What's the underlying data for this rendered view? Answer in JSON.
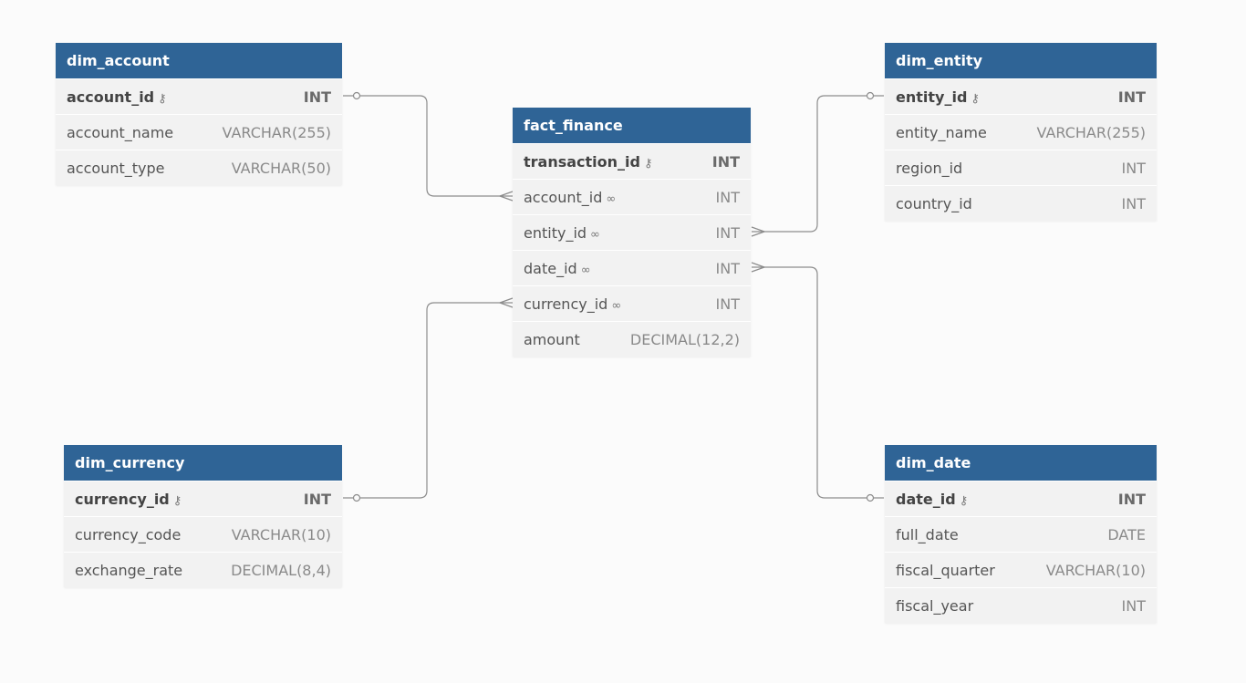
{
  "tables": {
    "dim_account": {
      "name": "dim_account",
      "columns": [
        {
          "name": "account_id",
          "type": "INT",
          "pk": true
        },
        {
          "name": "account_name",
          "type": "VARCHAR(255)"
        },
        {
          "name": "account_type",
          "type": "VARCHAR(50)"
        }
      ]
    },
    "fact_finance": {
      "name": "fact_finance",
      "columns": [
        {
          "name": "transaction_id",
          "type": "INT",
          "pk": true
        },
        {
          "name": "account_id",
          "type": "INT",
          "fk": true
        },
        {
          "name": "entity_id",
          "type": "INT",
          "fk": true
        },
        {
          "name": "date_id",
          "type": "INT",
          "fk": true
        },
        {
          "name": "currency_id",
          "type": "INT",
          "fk": true
        },
        {
          "name": "amount",
          "type": "DECIMAL(12,2)"
        }
      ]
    },
    "dim_entity": {
      "name": "dim_entity",
      "columns": [
        {
          "name": "entity_id",
          "type": "INT",
          "pk": true
        },
        {
          "name": "entity_name",
          "type": "VARCHAR(255)"
        },
        {
          "name": "region_id",
          "type": "INT"
        },
        {
          "name": "country_id",
          "type": "INT"
        }
      ]
    },
    "dim_currency": {
      "name": "dim_currency",
      "columns": [
        {
          "name": "currency_id",
          "type": "INT",
          "pk": true
        },
        {
          "name": "currency_code",
          "type": "VARCHAR(10)"
        },
        {
          "name": "exchange_rate",
          "type": "DECIMAL(8,4)"
        }
      ]
    },
    "dim_date": {
      "name": "dim_date",
      "columns": [
        {
          "name": "date_id",
          "type": "INT",
          "pk": true
        },
        {
          "name": "full_date",
          "type": "DATE"
        },
        {
          "name": "fiscal_quarter",
          "type": "VARCHAR(10)"
        },
        {
          "name": "fiscal_year",
          "type": "INT"
        }
      ]
    }
  },
  "relationships": [
    {
      "from": "fact_finance.account_id",
      "to": "dim_account.account_id",
      "cardinality": "many-to-one"
    },
    {
      "from": "fact_finance.entity_id",
      "to": "dim_entity.entity_id",
      "cardinality": "many-to-one"
    },
    {
      "from": "fact_finance.date_id",
      "to": "dim_date.date_id",
      "cardinality": "many-to-one"
    },
    {
      "from": "fact_finance.currency_id",
      "to": "dim_currency.currency_id",
      "cardinality": "many-to-one"
    }
  ],
  "icons": {
    "primary_key": "key-icon",
    "foreign_key": "link-icon"
  },
  "colors": {
    "header": "#2f6496",
    "header_text": "#ffffff",
    "row_bg": "#f2f2f2",
    "connector": "#8c8c8c",
    "background": "#fbfbfb"
  }
}
